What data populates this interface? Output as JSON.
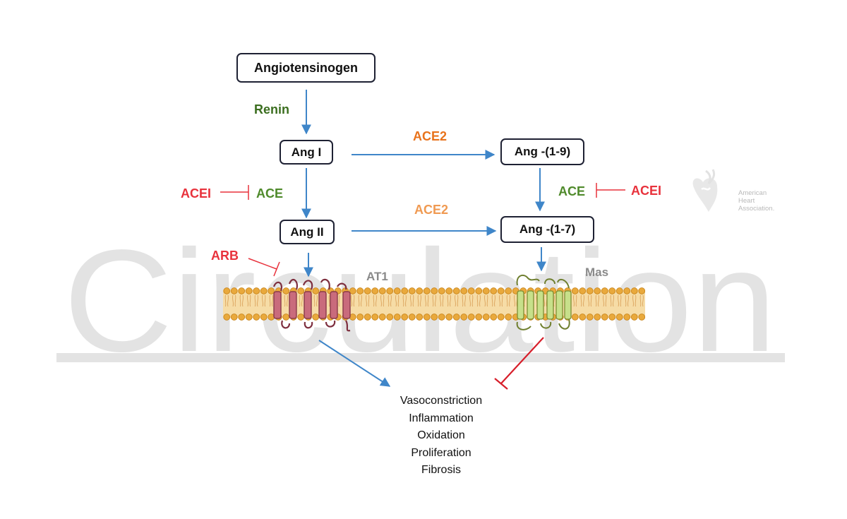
{
  "watermark": "Circulation",
  "nodes": {
    "angiotensinogen": "Angiotensinogen",
    "ang1": "Ang I",
    "ang2": "Ang II",
    "ang19": "Ang -(1-9)",
    "ang17": "Ang -(1-7)"
  },
  "enzymes": {
    "renin": "Renin",
    "ace2_top": "ACE2",
    "ace2_bottom": "ACE2",
    "ace_left": "ACE",
    "ace_right": "ACE"
  },
  "drugs": {
    "acei_left": "ACEI",
    "acei_right": "ACEI",
    "arb": "ARB"
  },
  "receptors": {
    "at1": "AT1",
    "mas": "Mas"
  },
  "effects": [
    "Vasoconstriction",
    "Inflammation",
    "Oxidation",
    "Proliferation",
    "Fibrosis"
  ],
  "logo": {
    "lines": [
      "American",
      "Heart",
      "Association."
    ]
  },
  "colors": {
    "arrow_blue": "#3f86c9",
    "inhibit_red": "#e8323c",
    "enzyme_green": "#4f8a2b",
    "ace2_orange": "#e8731c",
    "at1_receptor": "#c96b7c",
    "mas_receptor": "#c7e08a",
    "membrane_head": "#e9a93c",
    "membrane_core": "#f6dca6"
  }
}
